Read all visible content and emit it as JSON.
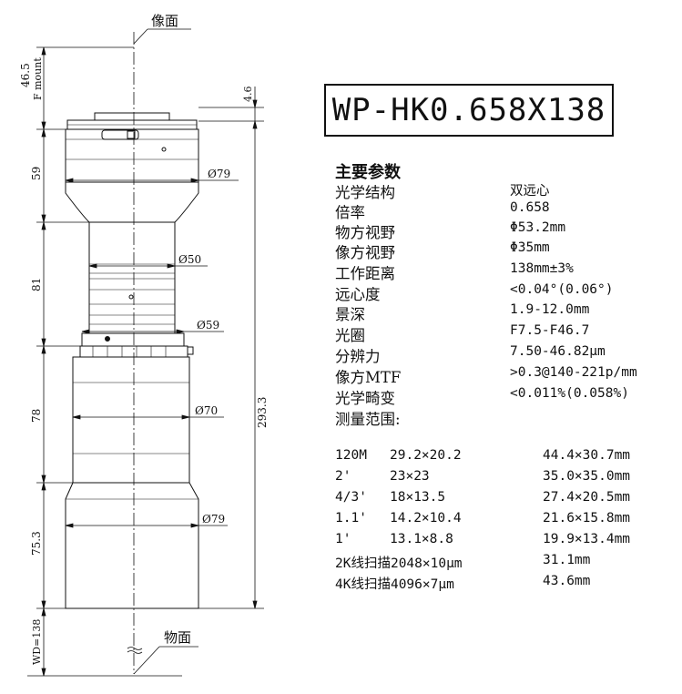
{
  "model": "WP-HK0.658X138",
  "labels": {
    "image_plane": "像面",
    "object_plane": "物面",
    "mount": "F mount",
    "wd": "WD=138"
  },
  "dimensions": {
    "flange": "46.5",
    "gap": "4.6",
    "seg1": "59",
    "seg2": "81",
    "seg3": "78",
    "seg4": "75.3",
    "total": "293.3",
    "d1": "Ø79",
    "d2": "Ø50",
    "d3": "Ø59",
    "d4": "Ø70",
    "d5": "Ø79"
  },
  "specs": {
    "heading": "主要参数",
    "rows": [
      {
        "label": "光学结构",
        "value": "双远心"
      },
      {
        "label": "倍率",
        "value": "0.658"
      },
      {
        "label": "物方视野",
        "value": "Φ53.2mm"
      },
      {
        "label": "像方视野",
        "value": "Φ35mm"
      },
      {
        "label": "工作距离",
        "value": "138mm±3%"
      },
      {
        "label": "远心度",
        "value": "<0.04°(0.06°)"
      },
      {
        "label": "景深",
        "value": "1.9-12.0mm"
      },
      {
        "label": "光圈",
        "value": "F7.5-F46.7"
      },
      {
        "label": "分辨力",
        "value": "7.50-46.82μm"
      },
      {
        "label": "像方MTF",
        "value": ">0.3@140-221p/mm"
      },
      {
        "label": "光学畸变",
        "value": "<0.011%(0.058%)"
      },
      {
        "label": "测量范围:",
        "value": ""
      }
    ]
  },
  "range": {
    "rows": [
      {
        "format": "120M",
        "object": "29.2×20.2",
        "image": "44.4×30.7mm"
      },
      {
        "format": "2'",
        "object": "23×23",
        "image": "35.0×35.0mm"
      },
      {
        "format": "4/3'",
        "object": "18×13.5",
        "image": "27.4×20.5mm"
      },
      {
        "format": "1.1'",
        "object": "14.2×10.4",
        "image": "21.6×15.8mm"
      },
      {
        "format": "1'",
        "object": "13.1×8.8",
        "image": "19.9×13.4mm"
      }
    ],
    "scan": [
      {
        "label": "2K线扫描2048×10μm",
        "value": "31.1mm"
      },
      {
        "label": "4K线扫描4096×7μm",
        "value": "43.6mm"
      }
    ]
  }
}
